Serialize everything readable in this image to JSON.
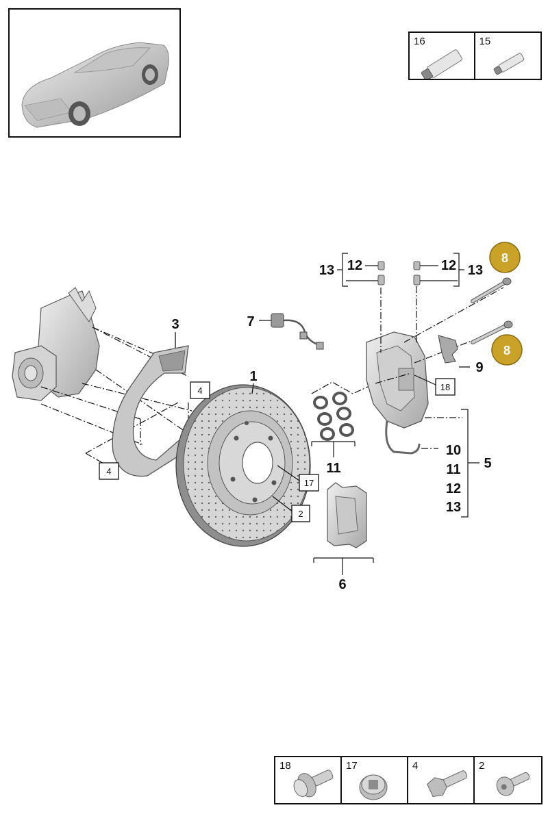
{
  "callouts": {
    "disc": "1",
    "bolt_2": "2",
    "shield": "3",
    "bolt_4a": "4",
    "bolt_4b": "4",
    "caliper_set": "5",
    "pads": "6",
    "wear_sensor": "7",
    "bolt_8a": "8",
    "bolt_8b": "8",
    "spring": "9",
    "group5_10": "10",
    "group5_11": "11",
    "group5_12": "12",
    "group5_13": "13",
    "seals": "11",
    "left_cap": "12",
    "left_valve": "13",
    "right_cap": "12",
    "right_valve": "13",
    "screw_17": "17",
    "screw_18": "18"
  },
  "legend_top": [
    {
      "number": "16",
      "icon": "tube-icon"
    },
    {
      "number": "15",
      "icon": "small-tube-icon"
    }
  ],
  "legend_bottom": [
    {
      "number": "18",
      "icon": "flange-bolt-icon"
    },
    {
      "number": "17",
      "icon": "socket-screw-icon"
    },
    {
      "number": "4",
      "icon": "hex-bolt-icon"
    },
    {
      "number": "2",
      "icon": "countersunk-screw-icon"
    }
  ],
  "colors": {
    "badge": "#c9a227",
    "part_fill": "#d9d9d9",
    "part_stroke": "#555555"
  }
}
